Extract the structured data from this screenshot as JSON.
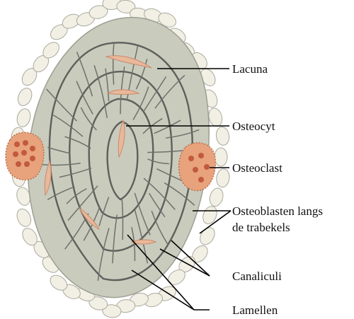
{
  "labels": {
    "lacuna": "Lacuna",
    "osteocyt": "Osteocyt",
    "osteoclast": "Osteoclast",
    "osteoblasten_line1": "Osteoblasten langs",
    "osteoblasten_line2": "de trabekels",
    "canaliculi": "Canaliculi",
    "lamellen": "Lamellen"
  },
  "colors": {
    "bone_matrix": "#c9cbbd",
    "osteoblast_cells": "#f2efe4",
    "osteoclast": "#e8a27c",
    "osteoclast_nuclei": "#c25a3c",
    "osteocyte": "#e9b89a",
    "canal_lines": "#6f706b",
    "leader_lines": "#000000"
  }
}
